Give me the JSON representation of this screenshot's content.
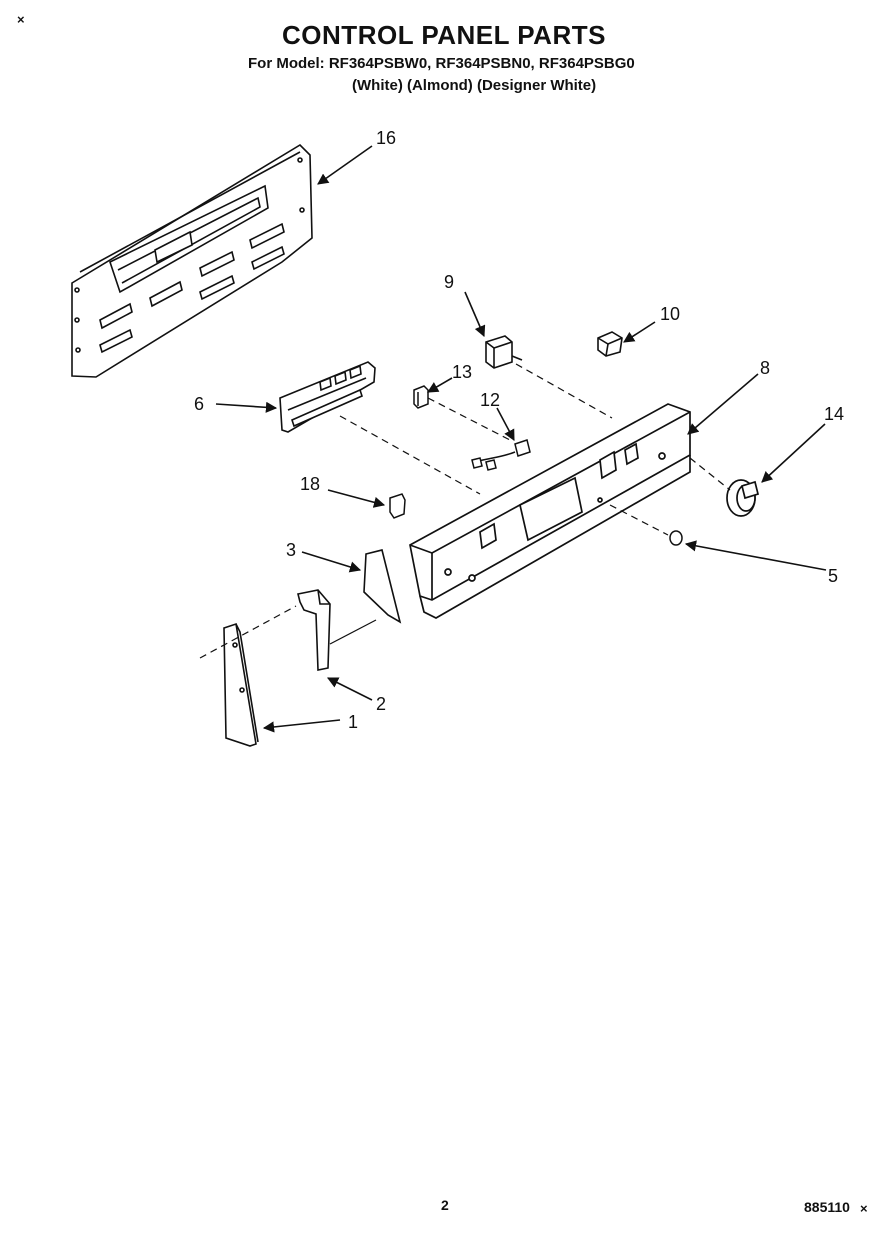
{
  "header": {
    "title": "CONTROL PANEL PARTS",
    "models_line": "For Model: RF364PSBW0, RF364PSBN0, RF364PSBG0",
    "colors_line": "(White)   (Almond) (Designer White)"
  },
  "marks": {
    "top_left": "×",
    "bottom_right": "×"
  },
  "footer": {
    "page_number": "2",
    "document_number": "885110"
  },
  "callouts": [
    "16",
    "9",
    "10",
    "13",
    "12",
    "8",
    "6",
    "14",
    "18",
    "3",
    "5",
    "2",
    "1"
  ]
}
